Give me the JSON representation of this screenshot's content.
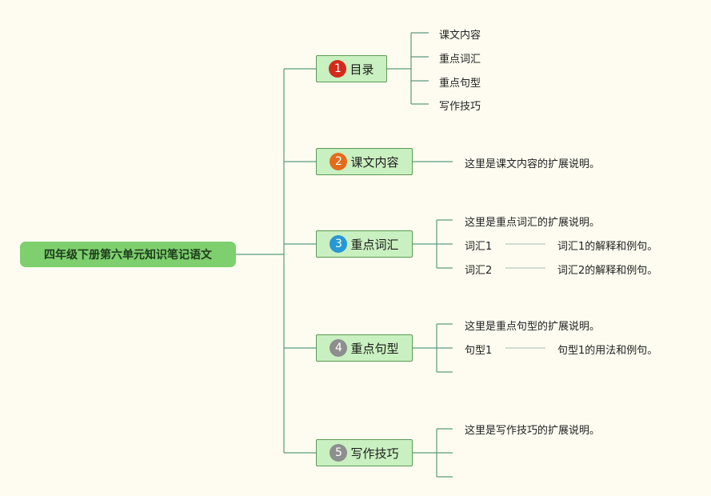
{
  "mindmap": {
    "root": "四年级下册第六单元知识笔记语文",
    "branches": [
      {
        "num": "1",
        "label": "目录",
        "color": "#d42a1c",
        "items": [
          "课文内容",
          "重点词汇",
          "重点句型",
          "写作技巧"
        ]
      },
      {
        "num": "2",
        "label": "课文内容",
        "color": "#e36c1c",
        "desc": "这里是课文内容的扩展说明。"
      },
      {
        "num": "3",
        "label": "重点词汇",
        "color": "#2798d4",
        "desc": "这里是重点词汇的扩展说明。",
        "subs": [
          {
            "term": "词汇1",
            "explain": "词汇1的解释和例句。"
          },
          {
            "term": "词汇2",
            "explain": "词汇2的解释和例句。"
          }
        ]
      },
      {
        "num": "4",
        "label": "重点句型",
        "color": "#8e8e8e",
        "desc": "这里是重点句型的扩展说明。",
        "subs": [
          {
            "term": "句型1",
            "explain": "句型1的用法和例句。"
          }
        ]
      },
      {
        "num": "5",
        "label": "写作技巧",
        "color": "#8e8e8e",
        "desc": "这里是写作技巧的扩展说明。"
      }
    ],
    "line_color": "#5c9a80"
  }
}
